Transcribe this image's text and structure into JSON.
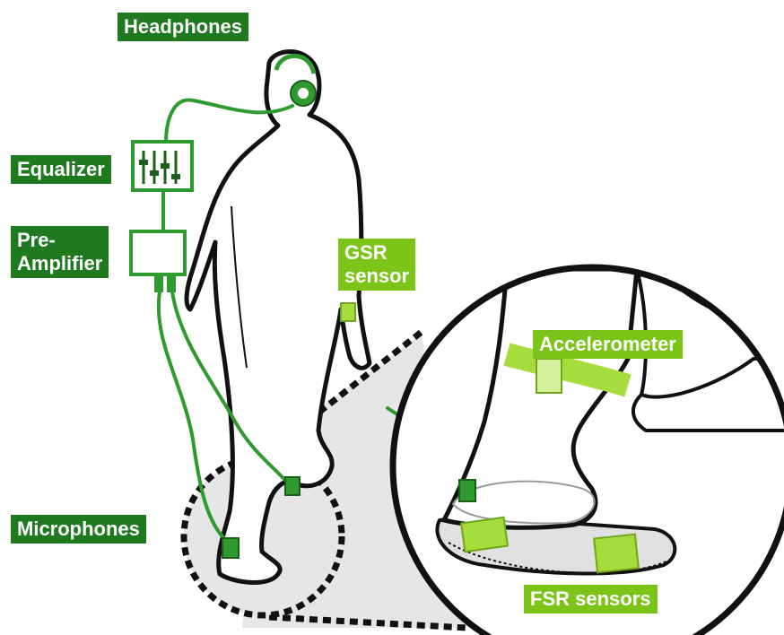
{
  "colors": {
    "dark_label": "#1f7a1f",
    "light_label": "#7cc417",
    "wire": "#2f9a2f",
    "sensor_light": "#a6dc3c",
    "outline": "#111111",
    "zoom_fill": "#e6e6e6"
  },
  "labels": {
    "headphones": "Headphones",
    "equalizer": "Equalizer",
    "pre_amplifier": "Pre-\nAmplifier",
    "gsr_sensor": "GSR\nsensor",
    "accelerometer": "Accelerometer",
    "microphones": "Microphones",
    "fsr_sensors": "FSR sensors"
  }
}
